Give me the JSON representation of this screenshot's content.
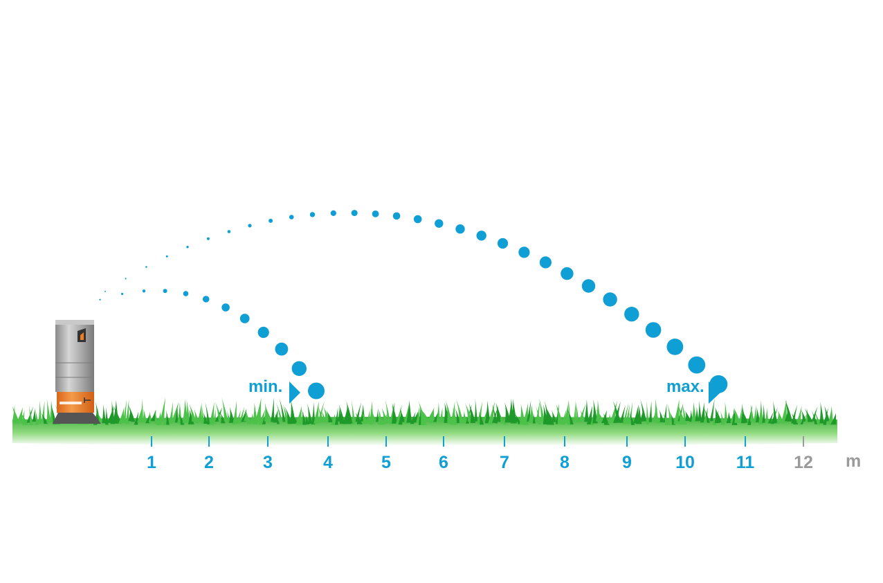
{
  "scale": {
    "unit": "m",
    "ticks": [
      "1",
      "2",
      "3",
      "4",
      "5",
      "6",
      "7",
      "8",
      "9",
      "10",
      "11",
      "12"
    ]
  },
  "markers": {
    "min_label": "min.",
    "max_label": "max."
  },
  "colors": {
    "accent": "#0f9fd4",
    "inactive": "#9a9a9a",
    "grass_dark": "#1f9a2a",
    "grass_light": "#4cc24a",
    "sprinkler_body": "#a8a8a8",
    "sprinkler_band": "#ef7d22"
  },
  "icons": {
    "sprinkler": "pop-up-sprinkler-icon",
    "min_arrow": "triangle-right-icon",
    "max_arrow": "triangle-right-icon"
  }
}
